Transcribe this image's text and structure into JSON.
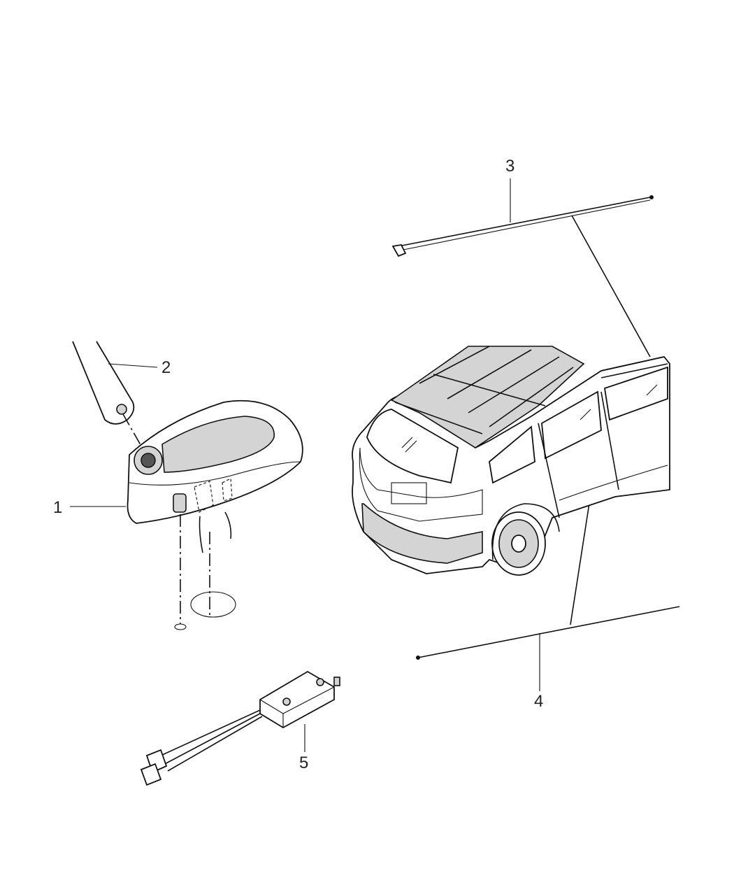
{
  "callouts": [
    {
      "id": "1",
      "label": "1"
    },
    {
      "id": "2",
      "label": "2"
    },
    {
      "id": "3",
      "label": "3"
    },
    {
      "id": "4",
      "label": "4"
    },
    {
      "id": "5",
      "label": "5"
    }
  ],
  "colors": {
    "line": "#111111",
    "shade": "#d4d4d4",
    "background": "#ffffff"
  }
}
